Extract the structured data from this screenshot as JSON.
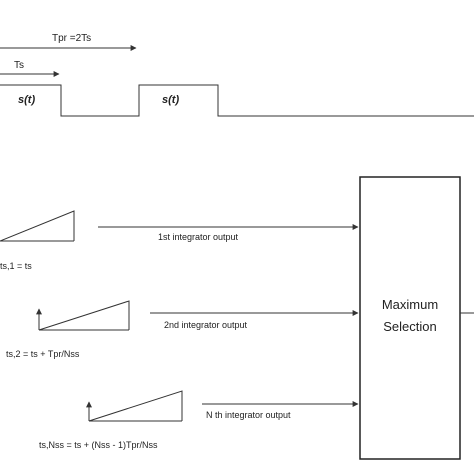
{
  "timing": {
    "tpr_label": "Tpr =2Ts",
    "ts_label": "Ts",
    "pulse1_label": "s(t)",
    "pulse2_label": "s(t)"
  },
  "integrators": [
    {
      "output_label": "1st integrator output",
      "time_label": "ts,1 = ts"
    },
    {
      "output_label": "2nd integrator output",
      "time_label": "ts,2 = ts + Tpr/Nss"
    },
    {
      "output_label": "N th integrator output",
      "time_label": "ts,Nss = ts + (Nss - 1)Tpr/Nss"
    }
  ],
  "selection_box": {
    "line1": "Maximum",
    "line2": "Selection"
  }
}
